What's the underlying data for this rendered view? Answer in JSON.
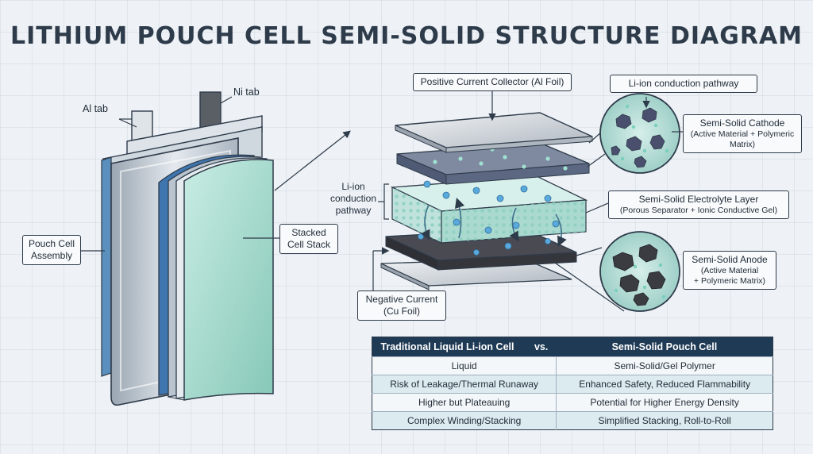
{
  "title": "LITHIUM POUCH CELL SEMI-SOLID STRUCTURE DIAGRAM",
  "labels": {
    "al_tab": "Al tab",
    "ni_tab": "Ni tab",
    "pouch_cell_assembly": [
      "Pouch Cell",
      "Assembly"
    ],
    "stacked_cell_stack": [
      "Stacked",
      "Cell Stack"
    ],
    "positive_collector": "Positive Current Collector (Al Foil)",
    "li_ion_pathway_top": "Li-ion conduction pathway",
    "li_ion_pathway_left": [
      "Li-ion",
      "conduction",
      "pathway"
    ],
    "negative_collector": [
      "Negative Current",
      "(Cu Foil)"
    ],
    "cathode": {
      "name": "Semi-Solid Cathode",
      "detail": [
        "(Active Material + Polymeric",
        "Matrix)"
      ]
    },
    "electrolyte": {
      "name": "Semi-Solid Electrolyte Layer",
      "detail": "(Porous Separator + Ionic Conductive Gel)"
    },
    "anode": {
      "name": "Semi-Solid Anode",
      "detail": [
        "(Active Material",
        "+ Polymeric Matrix)"
      ]
    }
  },
  "comparison": {
    "headers": [
      "Traditional Liquid Li-ion Cell",
      "vs.",
      "Semi-Solid Pouch Cell"
    ],
    "rows": [
      [
        "Liquid",
        "Semi-Solid/Gel Polymer"
      ],
      [
        "Risk of Leakage/Thermal Runaway",
        "Enhanced Safety, Reduced Flammability"
      ],
      [
        "Higher but Plateauing",
        "Potential for Higher Energy Density"
      ],
      [
        "Complex Winding/Stacking",
        "Simplified Stacking, Roll-to-Roll"
      ]
    ]
  },
  "colors": {
    "navy": "#1f3a55",
    "cathode": "#5c5875",
    "electrolyte": "#bfe3dc",
    "anode": "#3d3e44",
    "foil": "#c9cfd6",
    "pouch_panel": "#a9ddd0"
  }
}
